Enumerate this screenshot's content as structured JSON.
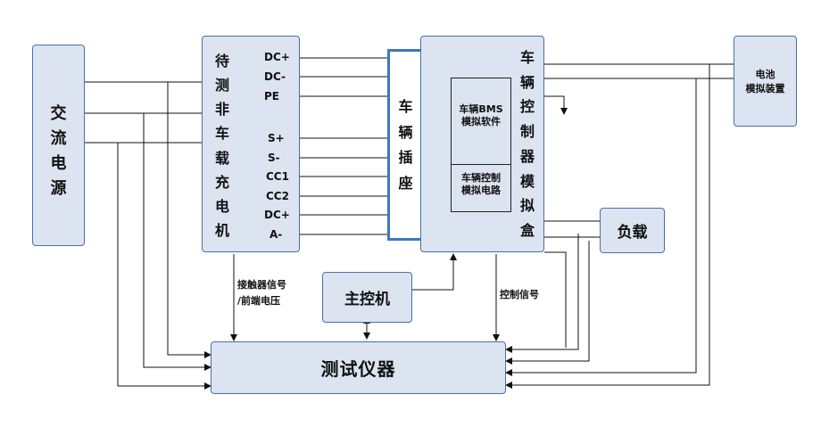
{
  "ac_source": {
    "chars": [
      "交",
      "流",
      "电",
      "源"
    ]
  },
  "charger": {
    "chars": [
      "待",
      "测",
      "非",
      "车",
      "载",
      "充",
      "电",
      "机"
    ],
    "ports": [
      "DC+",
      "DC-",
      "PE",
      "S+",
      "S-",
      "CC1",
      "CC2",
      "DC+",
      "A-"
    ]
  },
  "socket": {
    "chars": [
      "车",
      "辆",
      "插",
      "座"
    ]
  },
  "simulator": {
    "chars": [
      "车",
      "辆",
      "控",
      "制",
      "器",
      "模",
      "拟",
      "盒"
    ],
    "bms": {
      "line1": "车辆BMS",
      "line2": "模拟软件"
    },
    "ctrl": {
      "line1": "车辆控制",
      "line2": "模拟电路"
    }
  },
  "battery": {
    "line1": "电池",
    "line2": "模拟装置"
  },
  "load": {
    "label": "负载"
  },
  "master": {
    "label": "主控机"
  },
  "instrument": {
    "label": "测试仪器"
  },
  "annotations": {
    "contactor_line1": "接触器信号",
    "contactor_line2": "/前端电压",
    "control_signal": "控制信号"
  }
}
